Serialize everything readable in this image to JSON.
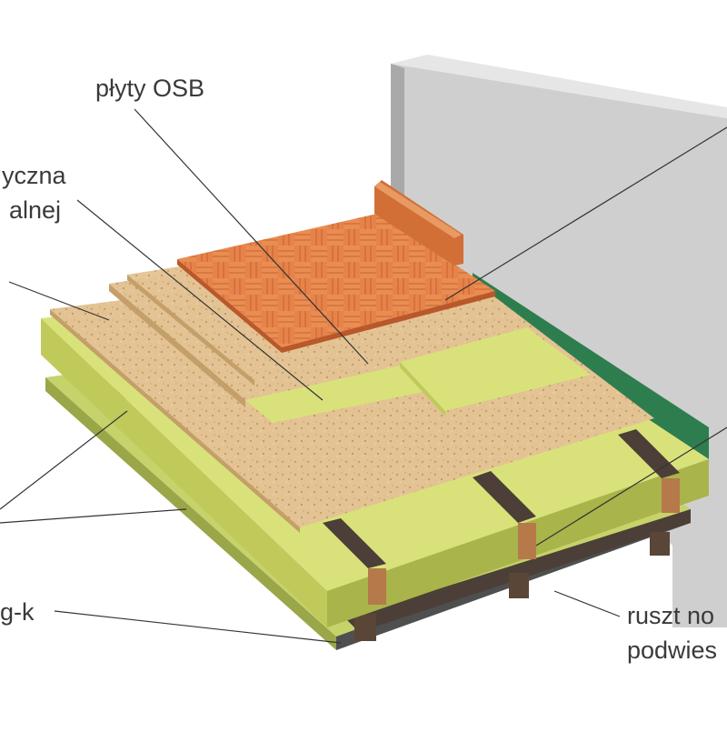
{
  "diagram": {
    "labels": {
      "osb": "płyty OSB",
      "acoustic_line1": "yczna",
      "acoustic_line2": "alnej",
      "drywall": "g-k",
      "frame_line1": "ruszt no",
      "frame_line2": "podwies"
    },
    "colors": {
      "insulation": "#d9e27a",
      "osb": "#e2c08f",
      "parquet": "#e27a3a",
      "wall": "#cfcfcf",
      "membrane": "#2e7d4f",
      "steel": "#4b3f38",
      "leader": "#333333"
    }
  }
}
